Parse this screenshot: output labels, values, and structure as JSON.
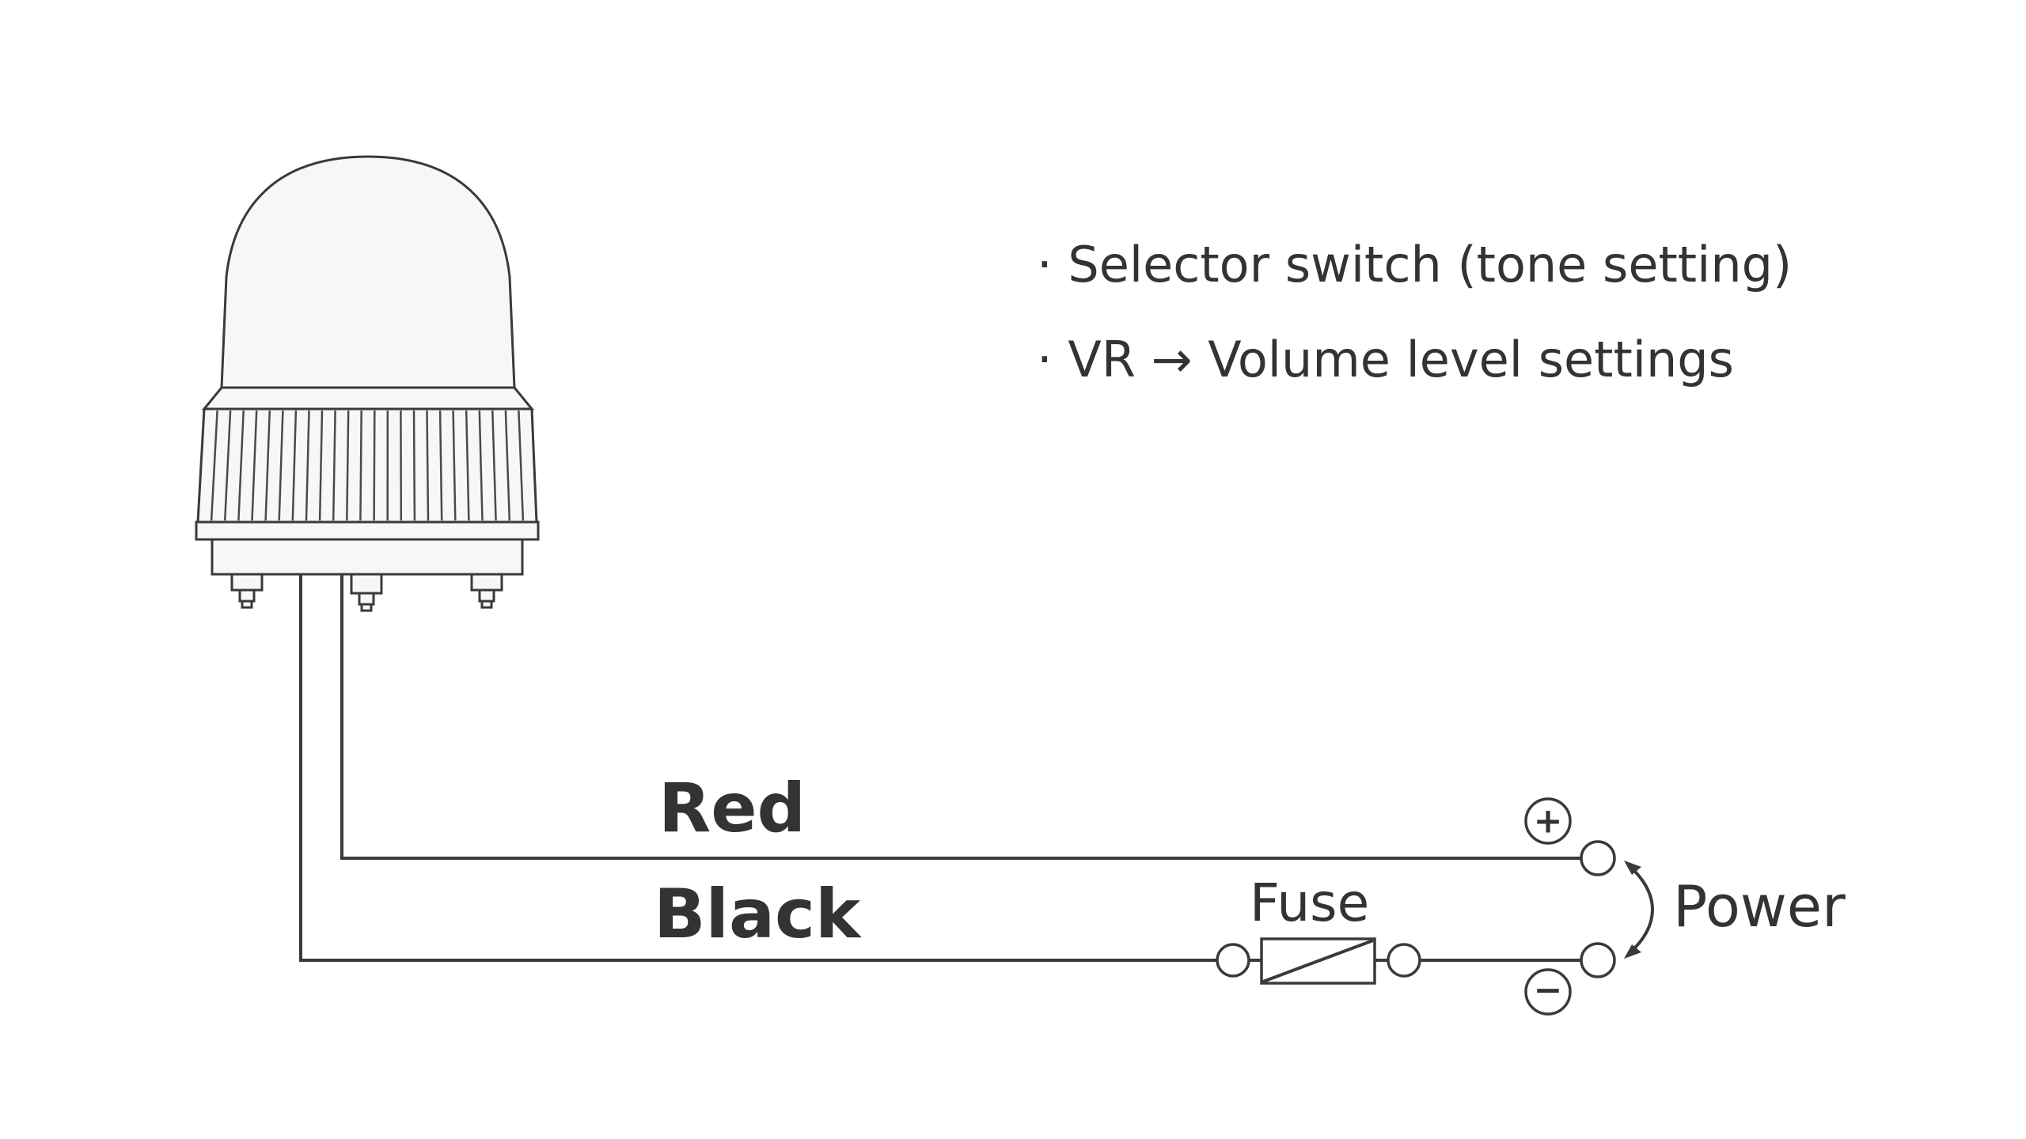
{
  "notes": [
    "· Selector switch (tone setting)",
    "· VR → Volume level settings"
  ],
  "wires": {
    "red_label": "Red",
    "black_label": "Black"
  },
  "fuse_label": "Fuse",
  "power_label": "Power",
  "polarity": {
    "positive": "+",
    "negative": "−"
  },
  "colors": {
    "line": "#3a3a3a",
    "text": "#333333",
    "body_fill": "#f7f7f7"
  }
}
